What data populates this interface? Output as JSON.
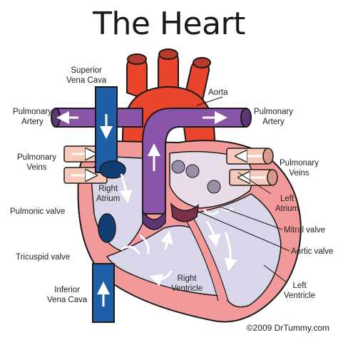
{
  "title": "The Heart",
  "labels": {
    "superior_vena_cava": [
      "Superior",
      "Vena Cava"
    ],
    "aorta": "Aorta",
    "pulmonary_artery_left": [
      "Pulmonary",
      "Artery"
    ],
    "pulmonary_artery_right": [
      "Pulmonary",
      "Artery"
    ],
    "pulmonary_veins_left": [
      "Pulmonary",
      "Veins"
    ],
    "pulmonary_veins_right": [
      "Pulmonary",
      "Veins"
    ],
    "right_atrium": [
      "Right",
      "Atrium"
    ],
    "left_atrium": [
      "Left",
      "Atrium"
    ],
    "pulmonic_valve": "Pulmonic valve",
    "mitral_valve": "Mitral valve",
    "aortic_valve": "Aortic valve",
    "tricuspid_valve": "Tricuspid valve",
    "right_ventricle": [
      "Right",
      "Ventricle"
    ],
    "left_ventricle": [
      "Left",
      "Ventricle"
    ],
    "inferior_vena_cava": [
      "Inferior",
      "Vena Cava"
    ]
  },
  "credit": "©2009 DrTummy.com",
  "colors": {
    "vena_cava": "#1f5fa8",
    "aorta": "#e8452c",
    "pulmonary_artery": "#8a55a8",
    "pulmonary_veins": "#f6c9b8",
    "heart_wall": "#f29a9a",
    "chamber": "#d9d6ea",
    "outline": "#1a1a1a"
  }
}
